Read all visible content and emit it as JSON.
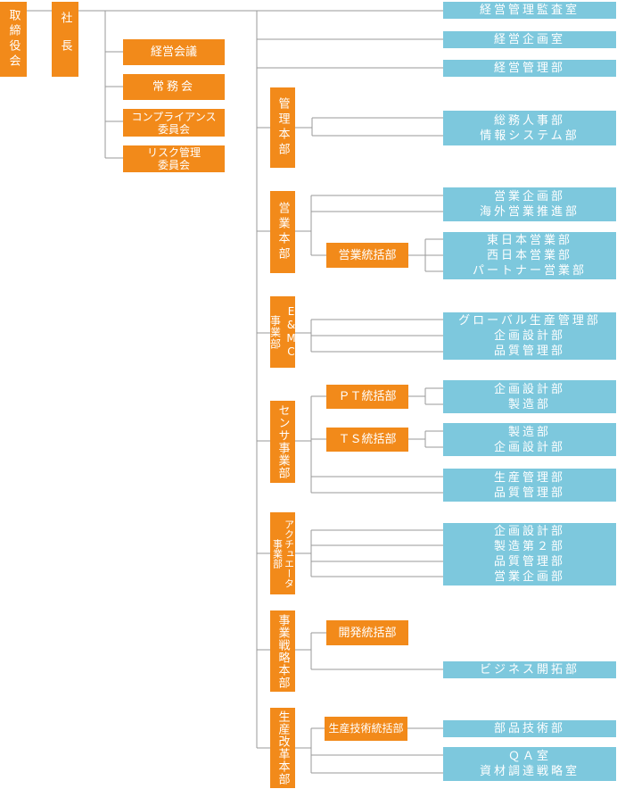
{
  "top": {
    "board": "取締役会",
    "president": "社長"
  },
  "committees": [
    "経営会議",
    "常務会",
    "コンプライアンス\n委員会",
    "リスク管理\n委員会"
  ],
  "direct_departments": [
    "経営管理監査室",
    "経営企画室",
    "経営管理部"
  ],
  "divisions": {
    "kanri": {
      "name": "管理本部",
      "depts": "総務人事部\n情報システム部"
    },
    "eigyo": {
      "name": "営業本部",
      "depts": "営業企画部\n海外営業推進部",
      "unit": "営業統括部",
      "unit_depts": "東日本営業部\n西日本営業部\nパートナー営業部"
    },
    "emc": {
      "name_prefix": "事業部",
      "name_acronym": "E&MC",
      "depts": "グローバル生産管理部\n企画設計部\n品質管理部"
    },
    "sensor": {
      "name": "センサ事業部",
      "unit1": "ＰＴ統括部",
      "unit1_depts": "企画設計部\n製造部",
      "unit2": "ＴＳ統括部",
      "unit2_depts": "製造部\n企画設計部",
      "depts": "生産管理部\n品質管理部"
    },
    "actuator": {
      "name_prefix": "事業部",
      "name_main": "アクチュエータ",
      "depts": "企画設計部\n製造第２部\n品質管理部\n営業企画部"
    },
    "senryaku": {
      "name": "事業戦略本部",
      "unit": "開発統括部",
      "depts": "ビジネス開拓部"
    },
    "kaikaku": {
      "name": "生産改革本部",
      "unit": "生産技術統括部",
      "unit_depts": "部品技術部",
      "depts": "ＱＡ室\n資材調達戦略室"
    }
  }
}
